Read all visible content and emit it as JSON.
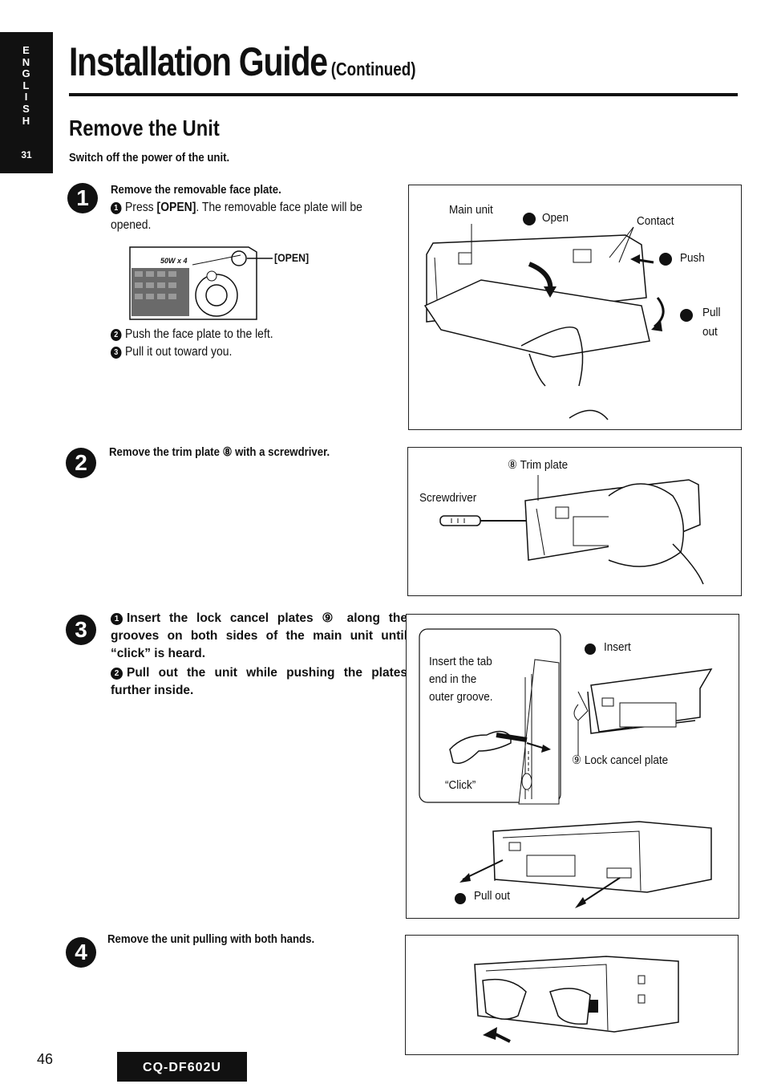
{
  "side_tab": {
    "language_letters": [
      "E",
      "N",
      "G",
      "L",
      "I",
      "S",
      "H"
    ],
    "page_in_section": "31"
  },
  "title": {
    "main": "Installation Guide",
    "continued": "(Continued)"
  },
  "section": {
    "heading": "Remove the Unit",
    "intro": "Switch off the power of the unit."
  },
  "step1": {
    "number": "1",
    "heading": "Remove the removable face plate.",
    "sub1_prefix": "Press ",
    "sub1_key": "[OPEN]",
    "sub1_rest": ". The removable face plate will be opened.",
    "panel_power_label": "50W x 4",
    "open_key_label": "[OPEN]",
    "sub2": "Push the face plate to the left.",
    "sub3": "Pull it out toward you.",
    "figure": {
      "main_unit": "Main unit",
      "open": "Open",
      "contact": "Contact",
      "push": "Push",
      "pull": "Pull",
      "out": "out"
    }
  },
  "step2": {
    "number": "2",
    "heading": "Remove the trim plate ⑧ with a screwdriver.",
    "figure": {
      "trim_plate": "⑧ Trim plate",
      "screwdriver": "Screwdriver"
    }
  },
  "step3": {
    "number": "3",
    "sub1": "Insert the lock cancel plates ⑨ along the grooves on both sides of the main unit until “click” is heard.",
    "sub2": "Pull out the unit while pushing the plates further inside.",
    "figure": {
      "insert_tab_1": "Insert the tab",
      "insert_tab_2": "end in the",
      "insert_tab_3": "outer groove.",
      "click": "“Click”",
      "insert": "Insert",
      "lock_cancel_plate": "⑨ Lock cancel plate",
      "pull_out": "Pull out"
    }
  },
  "step4": {
    "number": "4",
    "heading": "Remove the unit pulling with both hands."
  },
  "footer": {
    "page_number": "46",
    "model": "CQ-DF602U"
  },
  "sub_markers": {
    "m1": "1",
    "m2": "2",
    "m3": "3"
  }
}
